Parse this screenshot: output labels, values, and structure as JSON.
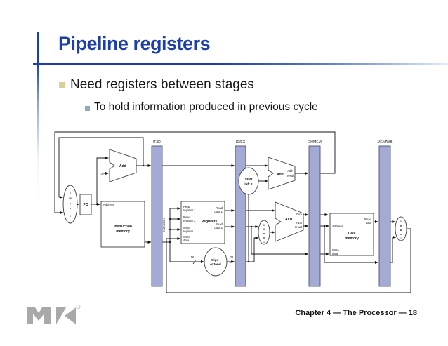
{
  "slide": {
    "title": "Pipeline registers",
    "bullet1": "Need registers between stages",
    "bullet2": "To hold information produced in previous cycle",
    "footer": "Chapter 4 — The Processor — 18",
    "accent_color": "#1d3fae",
    "bullet1_color": "#d6cf9a",
    "bullet2_color": "#8faabf",
    "logo_color": "#a9a9a9"
  },
  "diagram": {
    "pipeline_registers": [
      "IF/ID",
      "ID/EX",
      "EX/MEM",
      "MEM/WB"
    ],
    "bar_fill": "#a3abd5",
    "labels": {
      "pc": "PC",
      "add": "Add",
      "four": "4",
      "address": "Address",
      "instr_mem_1": "Instruction",
      "instr_mem_2": "memory",
      "instruction_vert": "Instruction",
      "read_reg1_1": "Read",
      "read_reg1_2": "register 1",
      "read_reg2_1": "Read",
      "read_reg2_2": "register 2",
      "write_reg_1": "Write",
      "write_reg_2": "register",
      "write_data_1": "Write",
      "write_data_2": "data",
      "registers": "Registers",
      "read_data1_1": "Read",
      "read_data1_2": "data 1",
      "read_data2_1": "Read",
      "read_data2_2": "data 2",
      "sign_1": "Sign-",
      "sign_2": "extend",
      "shift_1": "Shift",
      "shift_2": "left 2",
      "n16": "16",
      "n32": "32",
      "add_result_1": "Add",
      "add_result_2": "result",
      "alu": "ALU",
      "zero": "Zero",
      "alu_result_1": "ALU",
      "alu_result_2": "result",
      "data_mem_1": "Data",
      "data_mem_2": "memory",
      "dm_address": "Address",
      "dm_write_1": "Write",
      "dm_write_2": "data",
      "dm_read_1": "Read",
      "dm_read_2": "data",
      "mux": {
        "m0": "0",
        "mM": "M",
        "mu": "u",
        "mx": "x",
        "m1": "1"
      }
    }
  }
}
